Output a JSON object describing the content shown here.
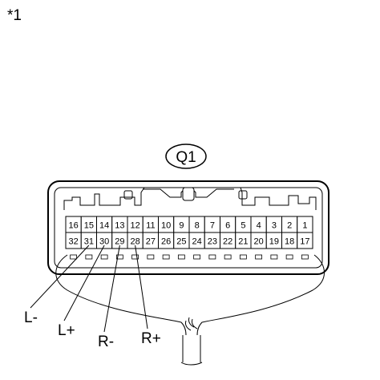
{
  "figure": {
    "note": "*1",
    "connector_label": "Q1",
    "pins_top": [
      "16",
      "15",
      "14",
      "13",
      "12",
      "11",
      "10",
      "9",
      "8",
      "7",
      "6",
      "5",
      "4",
      "3",
      "2",
      "1"
    ],
    "pins_bottom": [
      "32",
      "31",
      "30",
      "29",
      "28",
      "27",
      "26",
      "25",
      "24",
      "23",
      "22",
      "21",
      "20",
      "19",
      "18",
      "17"
    ],
    "wires": [
      {
        "label": "L-",
        "pin": "31"
      },
      {
        "label": "L+",
        "pin": "30"
      },
      {
        "label": "R-",
        "pin": "29"
      },
      {
        "label": "R+",
        "pin": "28"
      }
    ]
  }
}
